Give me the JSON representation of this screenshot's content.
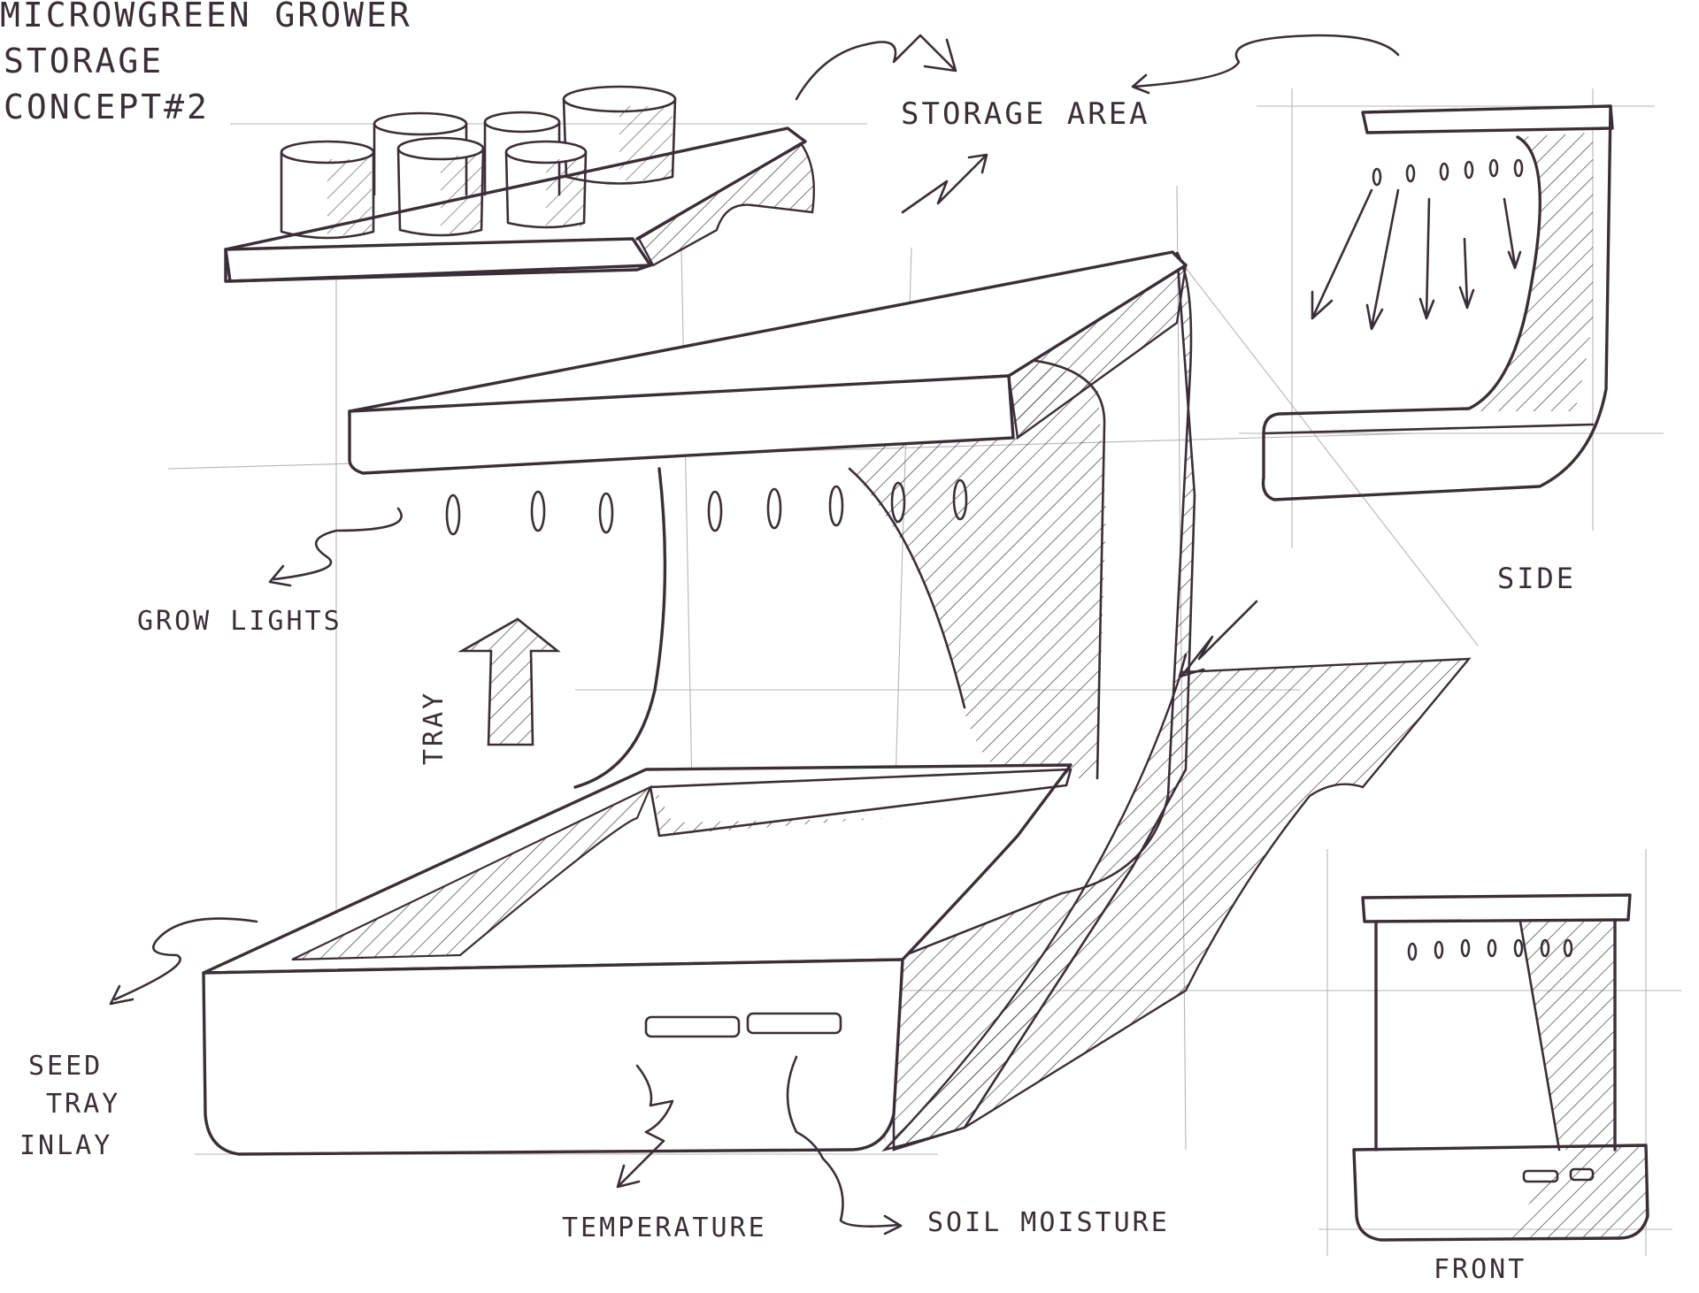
{
  "sheet": {
    "title_lines": [
      "MICROWGREEN GROWER",
      "STORAGE",
      "CONCEPT#2"
    ]
  },
  "labels": {
    "storage_area": "STORAGE AREA",
    "grow_lights": "GROW LIGHTS",
    "tray": "TRAY",
    "seed_tray_inlay": [
      "SEED",
      "TRAY",
      "INLAY"
    ],
    "temperature": "TEMPERATURE",
    "soil_moisture": "SOIL MOISTURE",
    "side": "SIDE",
    "front": "FRONT"
  },
  "colors": {
    "ink": "#3a2f36",
    "guide": "#b9b4b7",
    "paper": "#ffffff"
  }
}
